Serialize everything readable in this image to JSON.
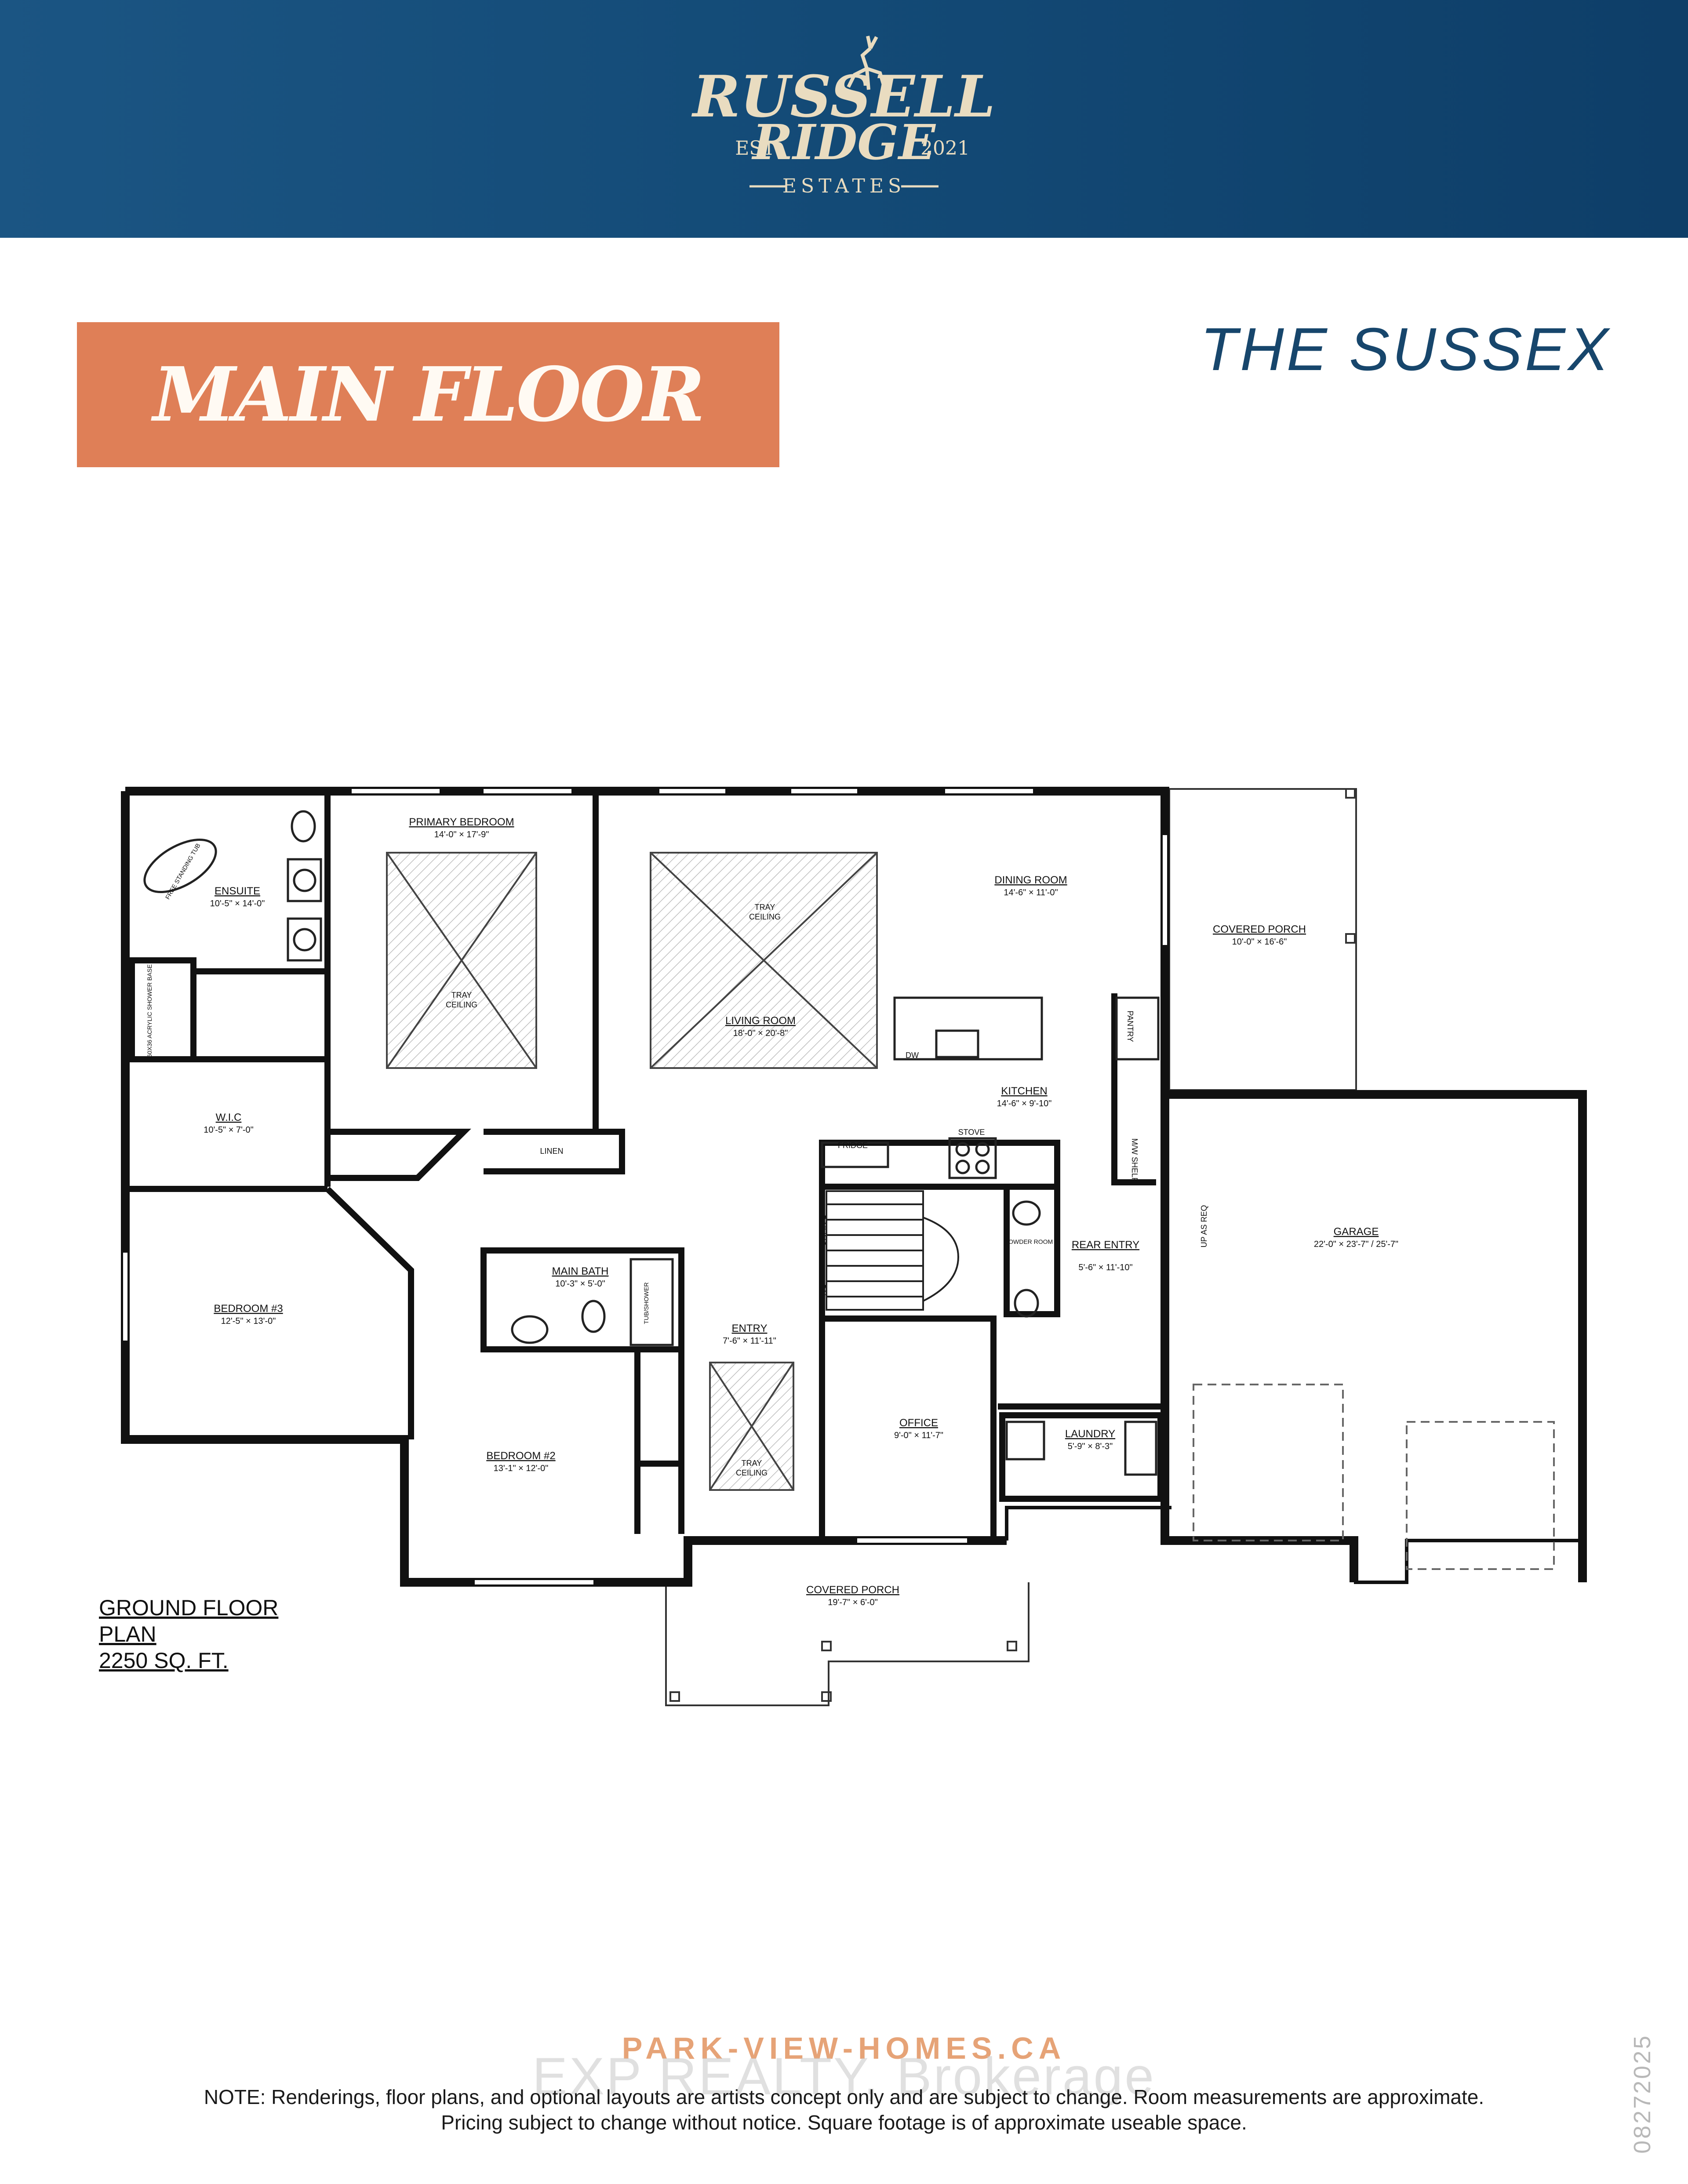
{
  "brand": {
    "name_line1": "RUSSELL",
    "name_line2": "RIDGE",
    "est_label": "EST",
    "est_year": "2021",
    "sub": "ESTATES"
  },
  "section_label": "MAIN FLOOR",
  "model_name": "THE SUSSEX",
  "plan": {
    "rooms": [
      {
        "name": "PRIMARY BEDROOM",
        "dims": "14'-0\" × 17'-9\""
      },
      {
        "name": "ENSUITE",
        "dims": "10'-5\" × 14'-0\""
      },
      {
        "name": "W.I.C",
        "dims": "10'-5\" × 7'-0\""
      },
      {
        "name": "DINING ROOM",
        "dims": "14'-6\" × 11'-0\""
      },
      {
        "name": "LIVING ROOM",
        "dims": "18'-0\" × 20'-8\""
      },
      {
        "name": "KITCHEN",
        "dims": "14'-6\" × 9'-10\""
      },
      {
        "name": "COVERED PORCH",
        "dims": "10'-0\" × 16'-6\""
      },
      {
        "name": "GARAGE",
        "dims": "22'-0\" × 23'-7\" / 25'-7\""
      },
      {
        "name": "REAR ENTRY",
        "dims": "5'-6\" × 11'-10\""
      },
      {
        "name": "BEDROOM #3",
        "dims": "12'-5\" × 13'-0\""
      },
      {
        "name": "MAIN BATH",
        "dims": "10'-3\" × 5'-0\""
      },
      {
        "name": "ENTRY",
        "dims": "7'-6\" × 11'-11\""
      },
      {
        "name": "OFFICE",
        "dims": "9'-0\" × 11'-7\""
      },
      {
        "name": "BEDROOM #2",
        "dims": "13'-1\" × 12'-0\""
      },
      {
        "name": "LAUNDRY",
        "dims": "5'-9\" × 8'-3\""
      },
      {
        "name": "COVERED PORCH",
        "dims": "19'-7\" × 6'-0\""
      }
    ],
    "labels": {
      "tray_ceiling_line1": "TRAY",
      "tray_ceiling_line2": "CEILING",
      "linen": "LINEN",
      "fridge": "FRIDGE",
      "stove": "STOVE",
      "pantry": "PANTRY",
      "mw_shelf": "M/W SHELF",
      "dw": "DW",
      "railing": "RAILING",
      "dn": "DN",
      "up_as_req": "UP AS REQ",
      "powder_room": "POWDER ROOM",
      "free_standing_tub": "FREE STANDING TUB",
      "shower_base": "60X36 ACRYLIC SHOWER BASE",
      "tub_shower": "TUB/SHOWER"
    },
    "caption_line1": "GROUND FLOOR",
    "caption_line2": "PLAN",
    "caption_line3": "2250 SQ. FT."
  },
  "footer": {
    "site": "PARK-VIEW-HOMES.CA",
    "watermark": "EXP REALTY, Brokerage",
    "note_line1": "NOTE: Renderings, floor plans, and optional layouts are artists concept only and are subject to change. Room measurements are approximate.",
    "note_line2": "Pricing subject to change without notice.  Square footage is of approximate useable space.",
    "code": "08272025"
  },
  "colors": {
    "banner": "#134a76",
    "accent": "#df7f57",
    "model_text": "#17466c",
    "logo_text": "#e9dcc0"
  }
}
